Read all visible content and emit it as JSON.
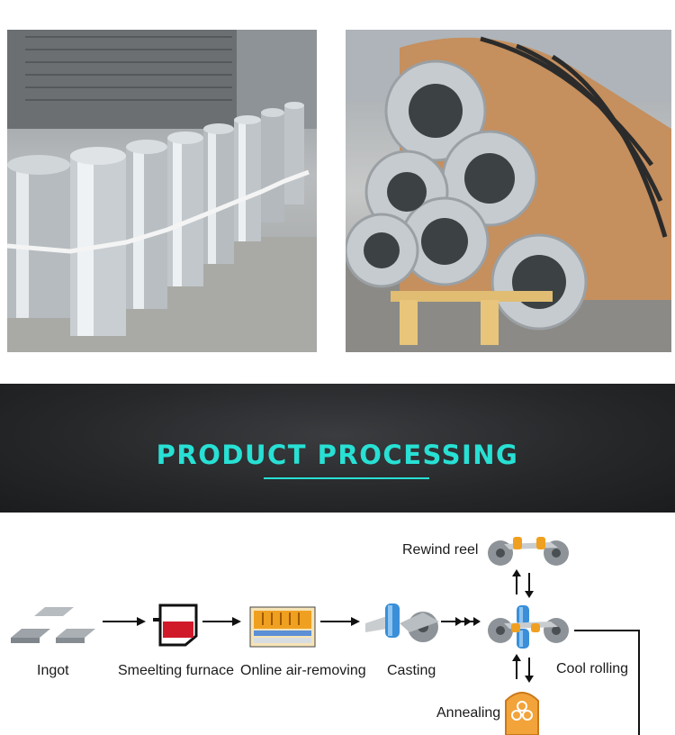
{
  "banner": {
    "title": "PRODUCT PROCESSING"
  },
  "process": {
    "steps": [
      {
        "label": "Ingot",
        "icon": "ingot-icon"
      },
      {
        "label": "Smeelting furnace",
        "icon": "furnace-icon"
      },
      {
        "label": "Online air-removing",
        "icon": "air-removing-icon"
      },
      {
        "label": "Casting",
        "icon": "casting-icon"
      },
      {
        "label": "Cool rolling",
        "icon": "rolling-mill-icon"
      }
    ],
    "side_steps": [
      {
        "label": "Rewind reel",
        "icon": "rewind-reel-icon"
      },
      {
        "label": "Annealing",
        "icon": "annealing-icon"
      }
    ]
  },
  "colors": {
    "banner_accent": "#28e0d4",
    "furnace_red": "#d01a2a",
    "air_orange": "#f0a020",
    "cast_blue": "#3a8fd8",
    "annealing_orange": "#f2a33a"
  }
}
